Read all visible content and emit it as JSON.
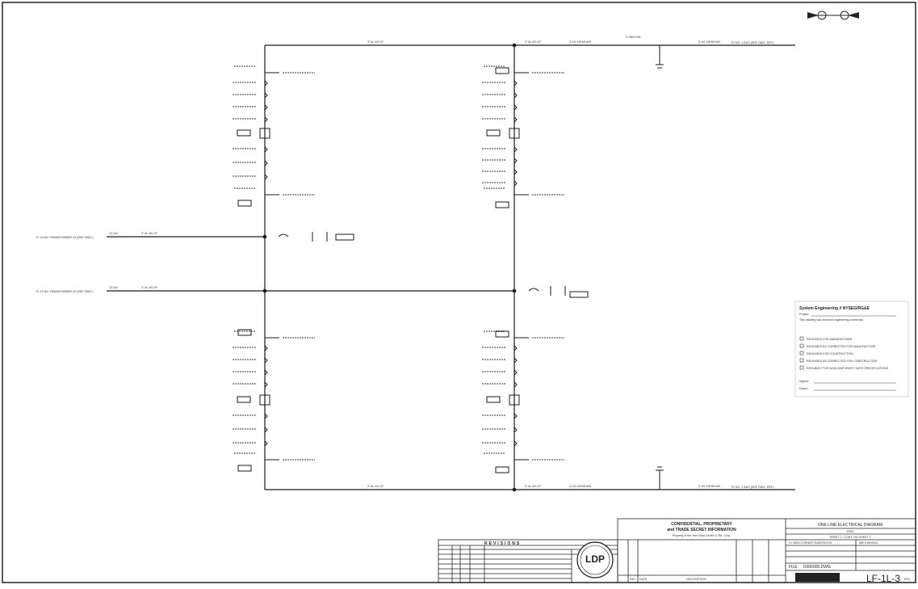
{
  "title_block": {
    "confidential_line1": "CONFIDENTIAL, PROPRIETARY",
    "confidential_line2": "and TRADE SECRET INFORMATION",
    "confidential_line3": "Property of the York Data Centre & Ste. Corp.",
    "diagram_title": "ONE LINE ELECTRICAL DIAGRAM",
    "title_line2": "YEDC",
    "title_line3": "SHEET 1 / CONT. ON SHEET 2",
    "title_line4": "LV NEW CORNER SUBSTATION",
    "title_line5": "MECHANICAL",
    "file_label": "FILE:",
    "file_value": "D000000.DWG",
    "drawing_number": "LF-1L-3",
    "rev_label": "REV",
    "logo_text": "LDP",
    "col_description": "DESCRIPTION",
    "col_rev": "REV",
    "col_date": "DATE",
    "revisions_label": "REVISIONS"
  },
  "approval_box": {
    "heading": "System Engineering // NYSEG/RG&E",
    "project_label": "Project:",
    "note": "This drawing has received engineering conformity",
    "options": [
      "RELEASED FOR MANUFACTURE",
      "RELEASED AS CORRECTED FOR MANUFACTURE",
      "RELEASED FOR CONSTRUCTION",
      "RELEASED AS CORRECTED FOR CONSTRUCTION",
      "RESUBMIT FOR NONCONFORMITY WITH SPECIFICATIONS"
    ],
    "signed_label": "Signed:",
    "dated_label": "Dated:"
  },
  "feeders": {
    "top_right_label": "TO NO. 1 BUS (SEE DWG. REF.)",
    "bottom_right_label": "TO NO. 2 BUS (SEE DWG. REF.)",
    "left_feeder_1": "T1 13.2kV TRANSFORMER #1 (SEE DWG.)",
    "left_feeder_2": "T2 13.2kV TRANSFORMER #2 (SEE DWG.)"
  },
  "colors": {
    "line": "#1a1a1a",
    "border": "#222222",
    "paper": "#ffffff"
  }
}
